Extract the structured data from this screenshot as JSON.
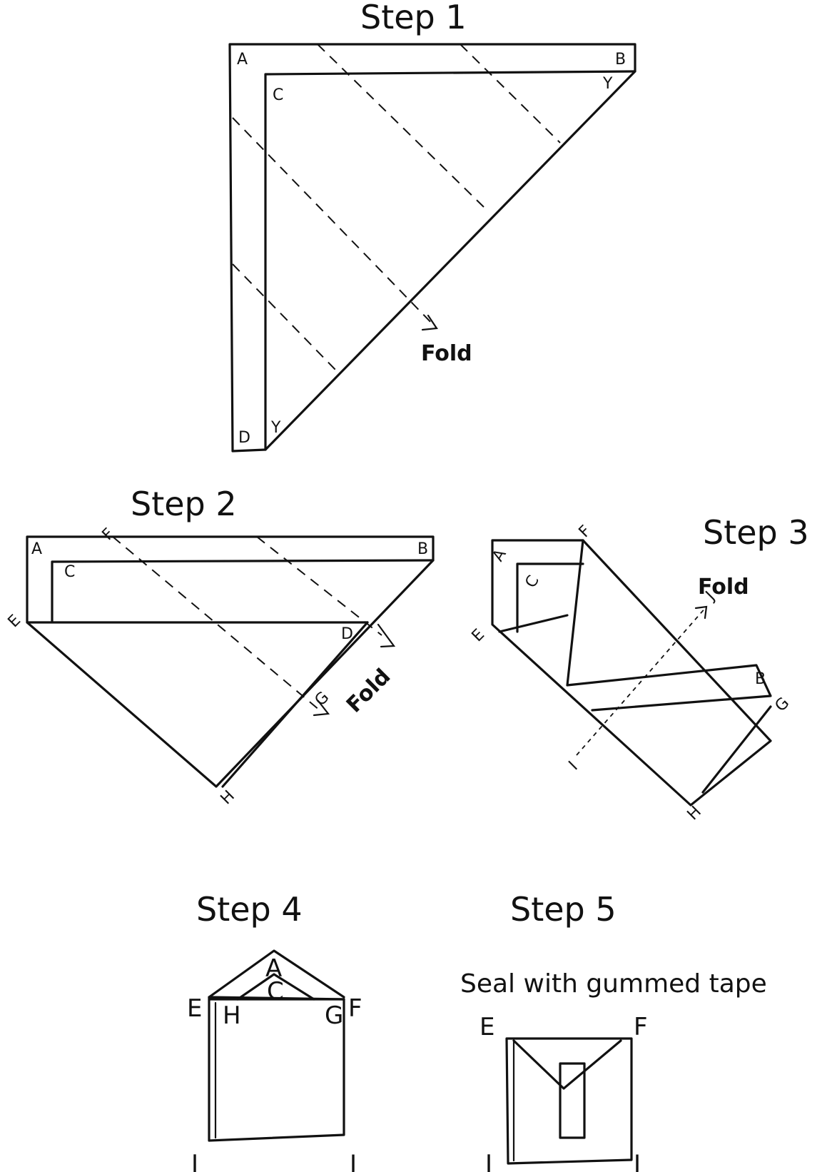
{
  "steps": [
    {
      "title": "Step 1",
      "fold": "Fold",
      "labels": {
        "a": "A",
        "b": "B",
        "c": "C",
        "d": "D",
        "y1": "Y",
        "y2": "Y"
      }
    },
    {
      "title": "Step 2",
      "fold": "Fold",
      "labels": {
        "a": "A",
        "b": "B",
        "c": "C",
        "d": "D",
        "e": "E",
        "f": "F",
        "g": "G",
        "h": "H"
      }
    },
    {
      "title": "Step 3",
      "fold": "Fold",
      "labels": {
        "a": "A",
        "b": "B",
        "c": "C",
        "e": "E",
        "f": "F",
        "g": "G",
        "h": "H",
        "i": "I",
        "j": "J"
      }
    },
    {
      "title": "Step 4",
      "labels": {
        "a": "A",
        "c": "C",
        "e": "E",
        "f": "F",
        "g": "G",
        "h": "H",
        "i": "I",
        "j": "J"
      }
    },
    {
      "title": "Step 5",
      "note": "Seal with gummed tape",
      "labels": {
        "e": "E",
        "f": "F",
        "i": "I",
        "j": "J"
      }
    }
  ]
}
